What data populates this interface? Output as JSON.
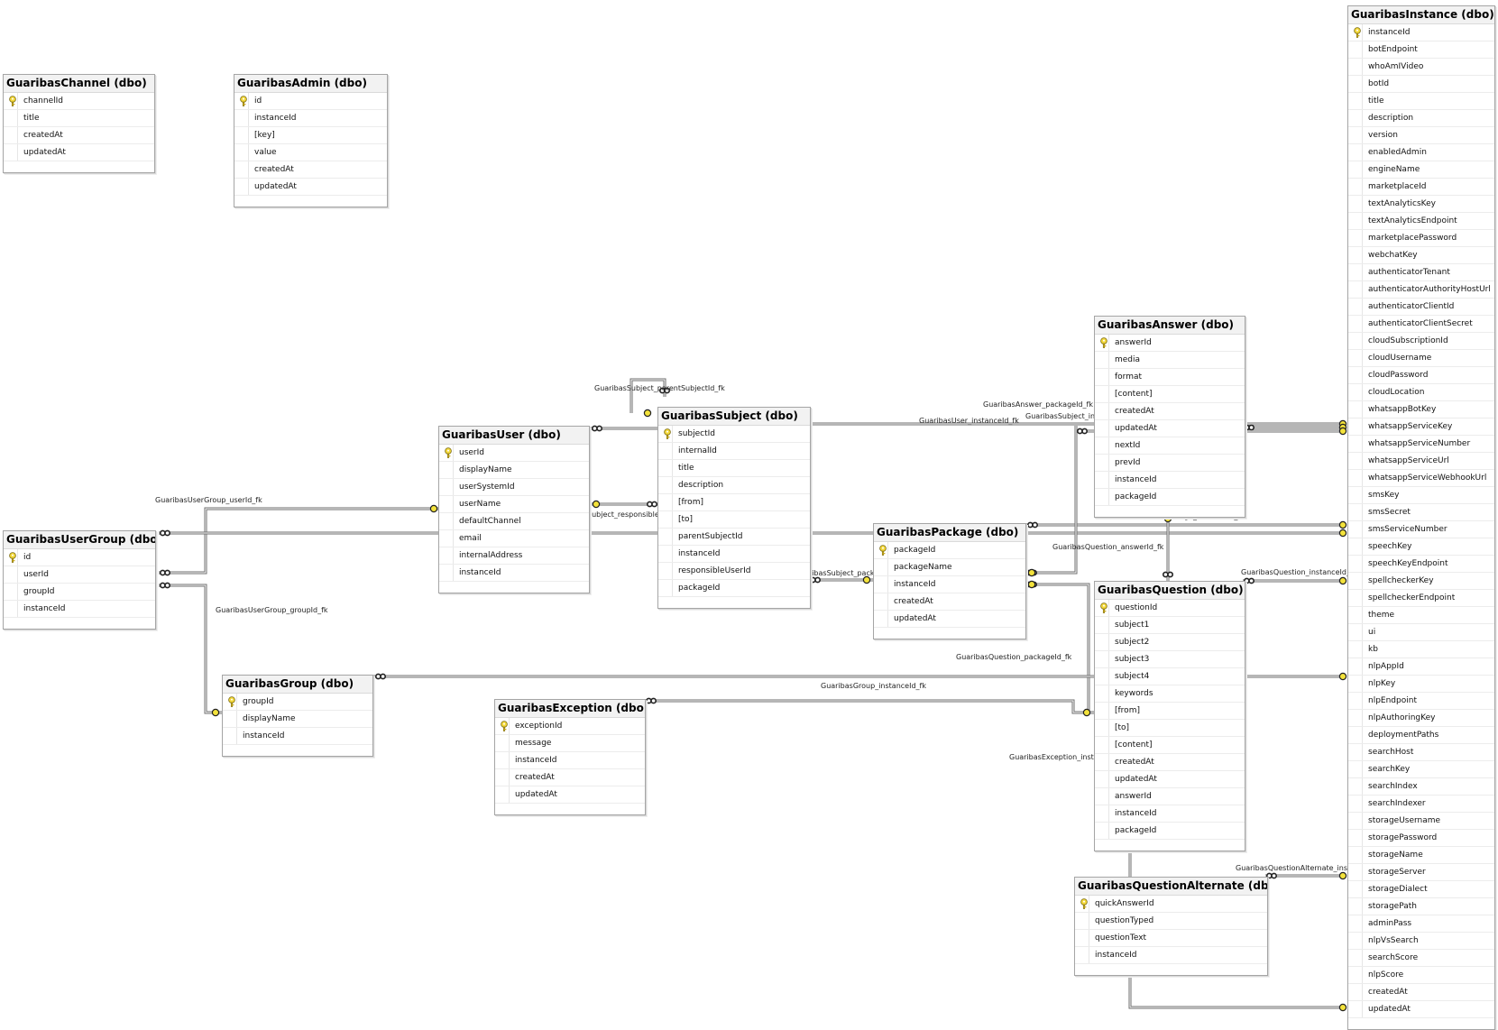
{
  "diagram": {
    "tables": [
      {
        "id": "channel",
        "name": "GuaribasChannel (dbo)",
        "key": "channelId",
        "columns": [
          "title",
          "createdAt",
          "updatedAt"
        ]
      },
      {
        "id": "admin",
        "name": "GuaribasAdmin (dbo)",
        "key": "id",
        "columns": [
          "instanceId",
          "[key]",
          "value",
          "createdAt",
          "updatedAt"
        ]
      },
      {
        "id": "usergroup",
        "name": "GuaribasUserGroup (dbo)",
        "key": "id",
        "columns": [
          "userId",
          "groupId",
          "instanceId"
        ]
      },
      {
        "id": "group",
        "name": "GuaribasGroup (dbo)",
        "key": "groupId",
        "columns": [
          "displayName",
          "instanceId"
        ]
      },
      {
        "id": "user",
        "name": "GuaribasUser (dbo)",
        "key": "userId",
        "columns": [
          "displayName",
          "userSystemId",
          "userName",
          "defaultChannel",
          "email",
          "internalAddress",
          "instanceId"
        ]
      },
      {
        "id": "exception",
        "name": "GuaribasException (dbo)",
        "key": "exceptionId",
        "columns": [
          "message",
          "instanceId",
          "createdAt",
          "updatedAt"
        ]
      },
      {
        "id": "subject",
        "name": "GuaribasSubject (dbo)",
        "key": "subjectId",
        "columns": [
          "internalId",
          "title",
          "description",
          "[from]",
          "[to]",
          "parentSubjectId",
          "instanceId",
          "responsibleUserId",
          "packageId"
        ]
      },
      {
        "id": "package",
        "name": "GuaribasPackage (dbo)",
        "key": "packageId",
        "columns": [
          "packageName",
          "instanceId",
          "createdAt",
          "updatedAt"
        ]
      },
      {
        "id": "answer",
        "name": "GuaribasAnswer (dbo)",
        "key": "answerId",
        "columns": [
          "media",
          "format",
          "[content]",
          "createdAt",
          "updatedAt",
          "nextId",
          "prevId",
          "instanceId",
          "packageId"
        ]
      },
      {
        "id": "question",
        "name": "GuaribasQuestion (dbo)",
        "key": "questionId",
        "columns": [
          "subject1",
          "subject2",
          "subject3",
          "subject4",
          "keywords",
          "[from]",
          "[to]",
          "[content]",
          "createdAt",
          "updatedAt",
          "answerId",
          "instanceId",
          "packageId"
        ]
      },
      {
        "id": "qalt",
        "name": "GuaribasQuestionAlternate (dbo)",
        "key": "quickAnswerId",
        "columns": [
          "questionTyped",
          "questionText",
          "instanceId"
        ]
      },
      {
        "id": "instance",
        "name": "GuaribasInstance (dbo)",
        "key": "instanceId",
        "columns": [
          "botEndpoint",
          "whoAmIVideo",
          "botId",
          "title",
          "description",
          "version",
          "enabledAdmin",
          "engineName",
          "marketplaceId",
          "textAnalyticsKey",
          "textAnalyticsEndpoint",
          "marketplacePassword",
          "webchatKey",
          "authenticatorTenant",
          "authenticatorAuthorityHostUrl",
          "authenticatorClientId",
          "authenticatorClientSecret",
          "cloudSubscriptionId",
          "cloudUsername",
          "cloudPassword",
          "cloudLocation",
          "whatsappBotKey",
          "whatsappServiceKey",
          "whatsappServiceNumber",
          "whatsappServiceUrl",
          "whatsappServiceWebhookUrl",
          "smsKey",
          "smsSecret",
          "smsServiceNumber",
          "speechKey",
          "speechKeyEndpoint",
          "spellcheckerKey",
          "spellcheckerEndpoint",
          "theme",
          "ui",
          "kb",
          "nlpAppId",
          "nlpKey",
          "nlpEndpoint",
          "nlpAuthoringKey",
          "deploymentPaths",
          "searchHost",
          "searchKey",
          "searchIndex",
          "searchIndexer",
          "storageUsername",
          "storagePassword",
          "storageName",
          "storageServer",
          "storageDialect",
          "storagePath",
          "adminPass",
          "nlpVsSearch",
          "searchScore",
          "nlpScore",
          "createdAt",
          "updatedAt"
        ]
      }
    ],
    "relationships": [
      "GuaribasSubject_parentSubjectId_fk",
      "GuaribasUser_instanceId_fk",
      "GuaribasAnswer_packageId_fk",
      "GuaribasSubject_ins",
      "GuaribasUserGroup_userId_fk",
      "Subject_responsible",
      "GuaribasPackage_instanceId_fk",
      "GuaribasQuestion_answerId_fk",
      "aribasSubject_packa",
      "GuaribasQuestion_instanceId_f",
      "GuaribasUserGroup_groupId_fk",
      "GuaribasQuestion_packageId_fk",
      "GuaribasGroup_instanceId_fk",
      "GuaribasException_insta",
      "GuaribasQuestionAlternate_insta"
    ]
  }
}
